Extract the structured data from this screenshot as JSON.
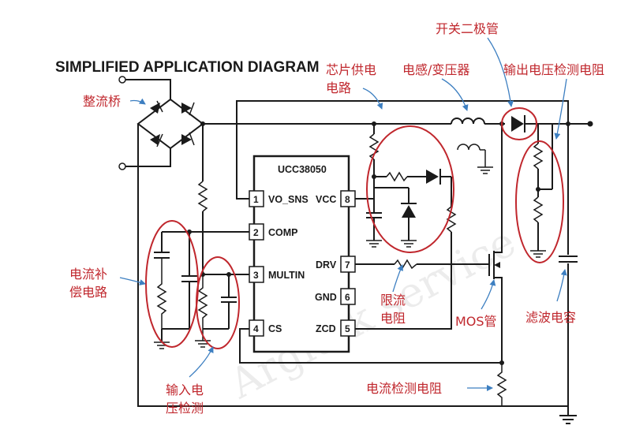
{
  "title": "SIMPLIFIED APPLICATION DIAGRAM",
  "chip": {
    "name": "UCC38050",
    "pins_left": [
      {
        "num": "1",
        "label": "VO_SNS"
      },
      {
        "num": "2",
        "label": "COMP"
      },
      {
        "num": "3",
        "label": "MULTIN"
      },
      {
        "num": "4",
        "label": "CS"
      }
    ],
    "pins_right": [
      {
        "num": "8",
        "label": "VCC"
      },
      {
        "num": "7",
        "label": "DRV"
      },
      {
        "num": "6",
        "label": "GND"
      },
      {
        "num": "5",
        "label": "ZCD"
      }
    ]
  },
  "annotations": {
    "bridge": "整流桥",
    "chip_supply_1": "芯片供电",
    "chip_supply_2": "电路",
    "inductor": "电感/变压器",
    "diode": "开关二极管",
    "output_sense": "输出电压检测电阻",
    "comp_1": "电流补",
    "comp_2": "偿电路",
    "limit_1": "限流",
    "limit_2": "电阻",
    "mos": "MOS管",
    "filter_cap": "滤波电容",
    "input_sense_1": "输入电",
    "input_sense_2": "压检测",
    "current_sense": "电流检测电阻"
  },
  "watermark": "Argitek service",
  "colors": {
    "annotation_red": "#c0272d",
    "arrow_blue": "#3d7fc1",
    "wire": "#1a1a1a"
  }
}
